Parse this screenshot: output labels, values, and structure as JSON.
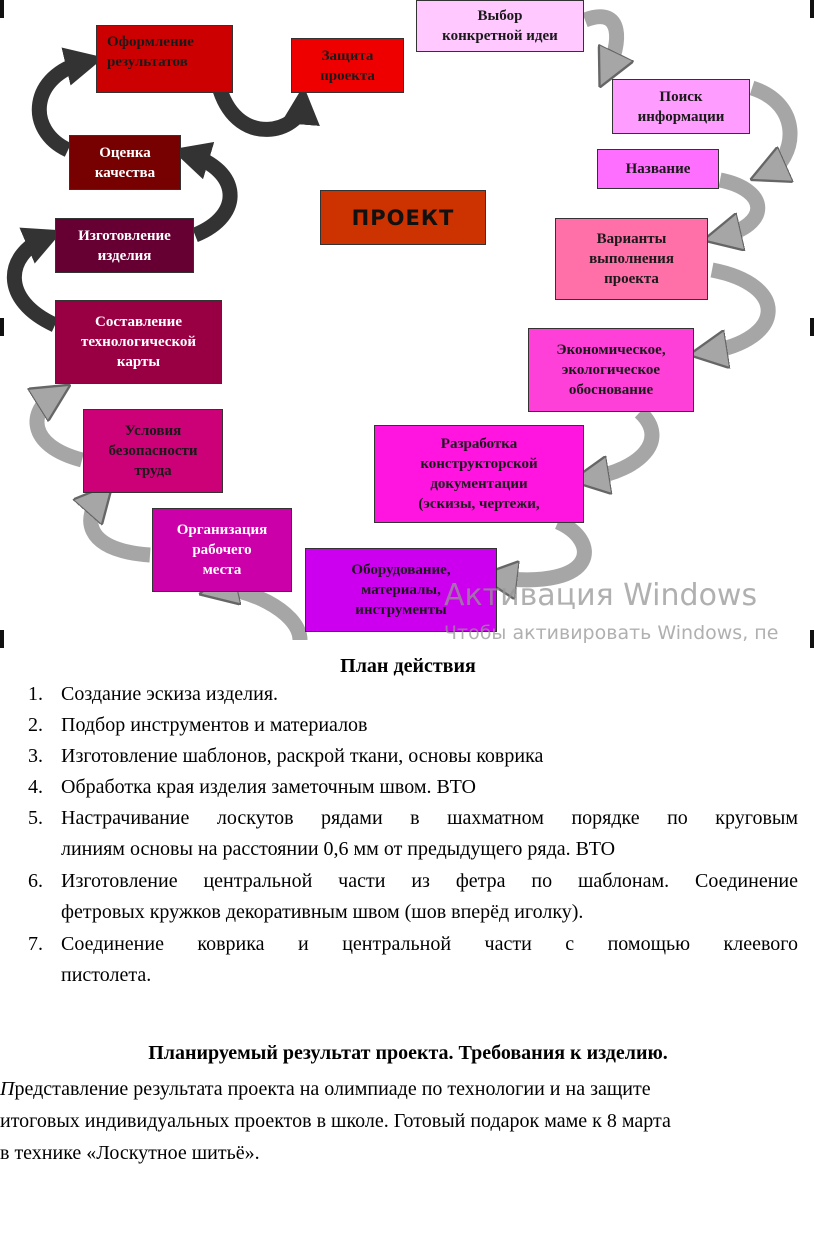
{
  "diagram": {
    "center_label": "ПРОЕКТ",
    "steps": [
      {
        "id": "vybor",
        "label": "Выбор\nконкретной идеи",
        "color": "#ffc8ff",
        "text": "dark"
      },
      {
        "id": "poisk",
        "label": "Поиск\nинформации",
        "color": "#ff9cff",
        "text": "dark"
      },
      {
        "id": "nazvanie",
        "label": "Название",
        "color": "#ff6fff",
        "text": "dark"
      },
      {
        "id": "varianty",
        "label": "Варианты\nвыполнения\nпроекта",
        "color": "#ff6fa8",
        "text": "dark"
      },
      {
        "id": "ekonom",
        "label": "Экономическое,\nэкологическое\nобоснование",
        "color": "#ff40d8",
        "text": "dark"
      },
      {
        "id": "razrabotka",
        "label": "Разработка\nконструкторской\nдокументации\n(эскизы, чертежи,",
        "color": "#ff14e0",
        "text": "dark"
      },
      {
        "id": "oborud",
        "label": "Оборудование,\nматериалы,\nинструменты",
        "color": "#cc00ee",
        "text": "dark"
      },
      {
        "id": "organiz",
        "label": "Организация\nрабочего\nместа",
        "color": "#cc00a8",
        "text": "light"
      },
      {
        "id": "usloviya",
        "label": "Условия\nбезопасности\nтруда",
        "color": "#cc0077",
        "text": "dark"
      },
      {
        "id": "sostav",
        "label": "Составление\nтехнологической\nкарты",
        "color": "#990044",
        "text": "light"
      },
      {
        "id": "izgotov",
        "label": "Изготовление\nизделия",
        "color": "#660033",
        "text": "light"
      },
      {
        "id": "ocenka",
        "label": "Оценка\nкачества",
        "color": "#770000",
        "text": "light"
      },
      {
        "id": "oform",
        "label": "Оформление\nрезультатов",
        "color": "#cc0000",
        "text": "dark"
      },
      {
        "id": "zashita",
        "label": "Защита\nпроекта",
        "color": "#ee0000",
        "text": "dark"
      }
    ],
    "watermark": {
      "line1": "Активация Windows",
      "line2": "Чтобы активировать Windows, пе"
    },
    "colors": {
      "center": "#cc3300",
      "arrow_gray": "#a6a6a6",
      "arrow_dark": "#333333"
    }
  },
  "plan": {
    "title": "План действия",
    "items": [
      {
        "num": "1.",
        "text": "Создание эскиза  изделия."
      },
      {
        "num": "2.",
        "text": "Подбор инструментов и материалов"
      },
      {
        "num": "3.",
        "text": "Изготовление шаблонов, раскрой ткани, основы коврика"
      },
      {
        "num": "4.",
        "text": "Обработка края изделия заметочным швом. ВТО"
      },
      {
        "num": "5.",
        "text_l1": "Настрачивание лоскутов рядами в шахматном порядке по круговым",
        "text_l2": "линиям основы на расстоянии 0,6 мм от предыдущего ряда. ВТО"
      },
      {
        "num": "6.",
        "text_l1": "Изготовление центральной части из фетра по шаблонам. Соединение",
        "text_l2": "фетровых кружков  декоративным  швом (шов вперёд иголку)."
      },
      {
        "num": "7.",
        "text_l1": "Соединение коврика и центральной части с помощью клеевого",
        "text_l2": "пистолета."
      }
    ]
  },
  "result": {
    "title": "Планируемый результат проекта. Требования к изделию.",
    "first_letter": "П",
    "text_l1": "редставление результата проекта на олимпиаде по технологии и на защите",
    "text_l2": "итоговых индивидуальных проектов в школе. Готовый подарок маме к 8 марта",
    "text_l3": "в технике «Лоскутное шитьё»."
  }
}
